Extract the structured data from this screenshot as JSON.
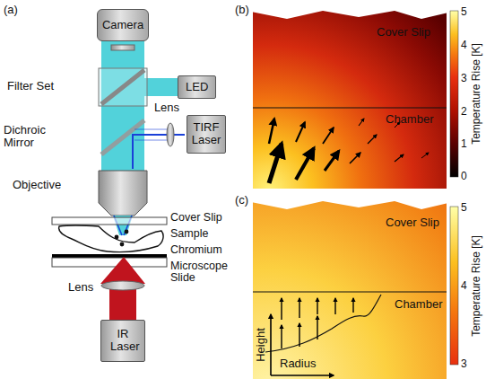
{
  "diagram": {
    "nodes": [
      {
        "text": [
          "Camera"
        ]
      },
      {
        "text": [
          "LED"
        ]
      },
      {
        "text": [
          "TIRF Laser"
        ]
      },
      {
        "text": [
          "IR Laser"
        ]
      }
    ],
    "labels": [
      "(a)",
      "Filter Set",
      "Dichroic Mirror",
      "Lens",
      "Objective",
      "Cover Slip",
      "Sample",
      "Chromium",
      "Microscope Slide",
      "Lens",
      "(b)",
      "Cover Slip",
      "Chamber",
      "Temperature Rise [K]",
      "5",
      "4",
      "3",
      "2",
      "1",
      "0",
      "(c)",
      "Cover Slip",
      "Chamber",
      "Temperature Rise [K]",
      "5",
      "4",
      "3",
      "Height",
      "Radius"
    ]
  }
}
